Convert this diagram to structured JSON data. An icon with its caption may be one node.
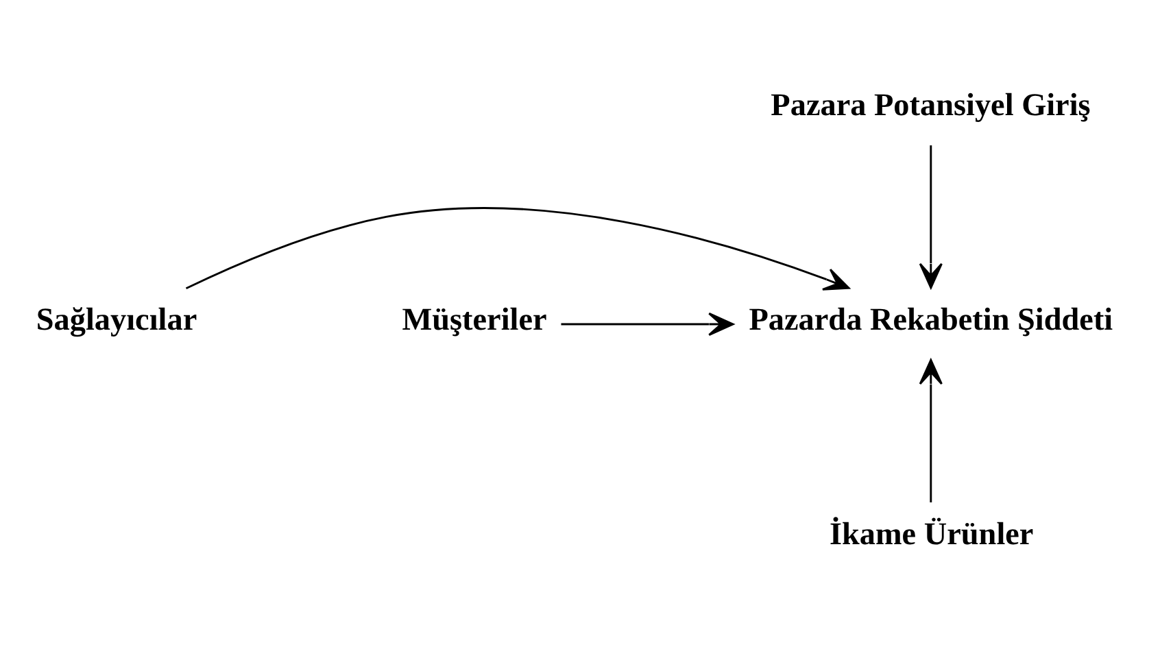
{
  "diagram": {
    "nodes": [
      {
        "text": [
          "Pazara Potansiyel Giriş"
        ]
      },
      {
        "text": [
          "Sağlayıcılar"
        ]
      },
      {
        "text": [
          "Pazarda Rekabetin Şiddeti"
        ]
      },
      {
        "text": [
          "Müşteriler"
        ]
      },
      {
        "text": [
          "İkame Ürünler"
        ]
      }
    ],
    "edges": [
      {
        "from": 0,
        "to": 2,
        "arrow": "to"
      },
      {
        "from": 1,
        "to": 2,
        "arrow": "to"
      },
      {
        "from": 3,
        "to": 2,
        "arrow": "to"
      },
      {
        "from": 4,
        "to": 2,
        "arrow": "to"
      }
    ]
  }
}
